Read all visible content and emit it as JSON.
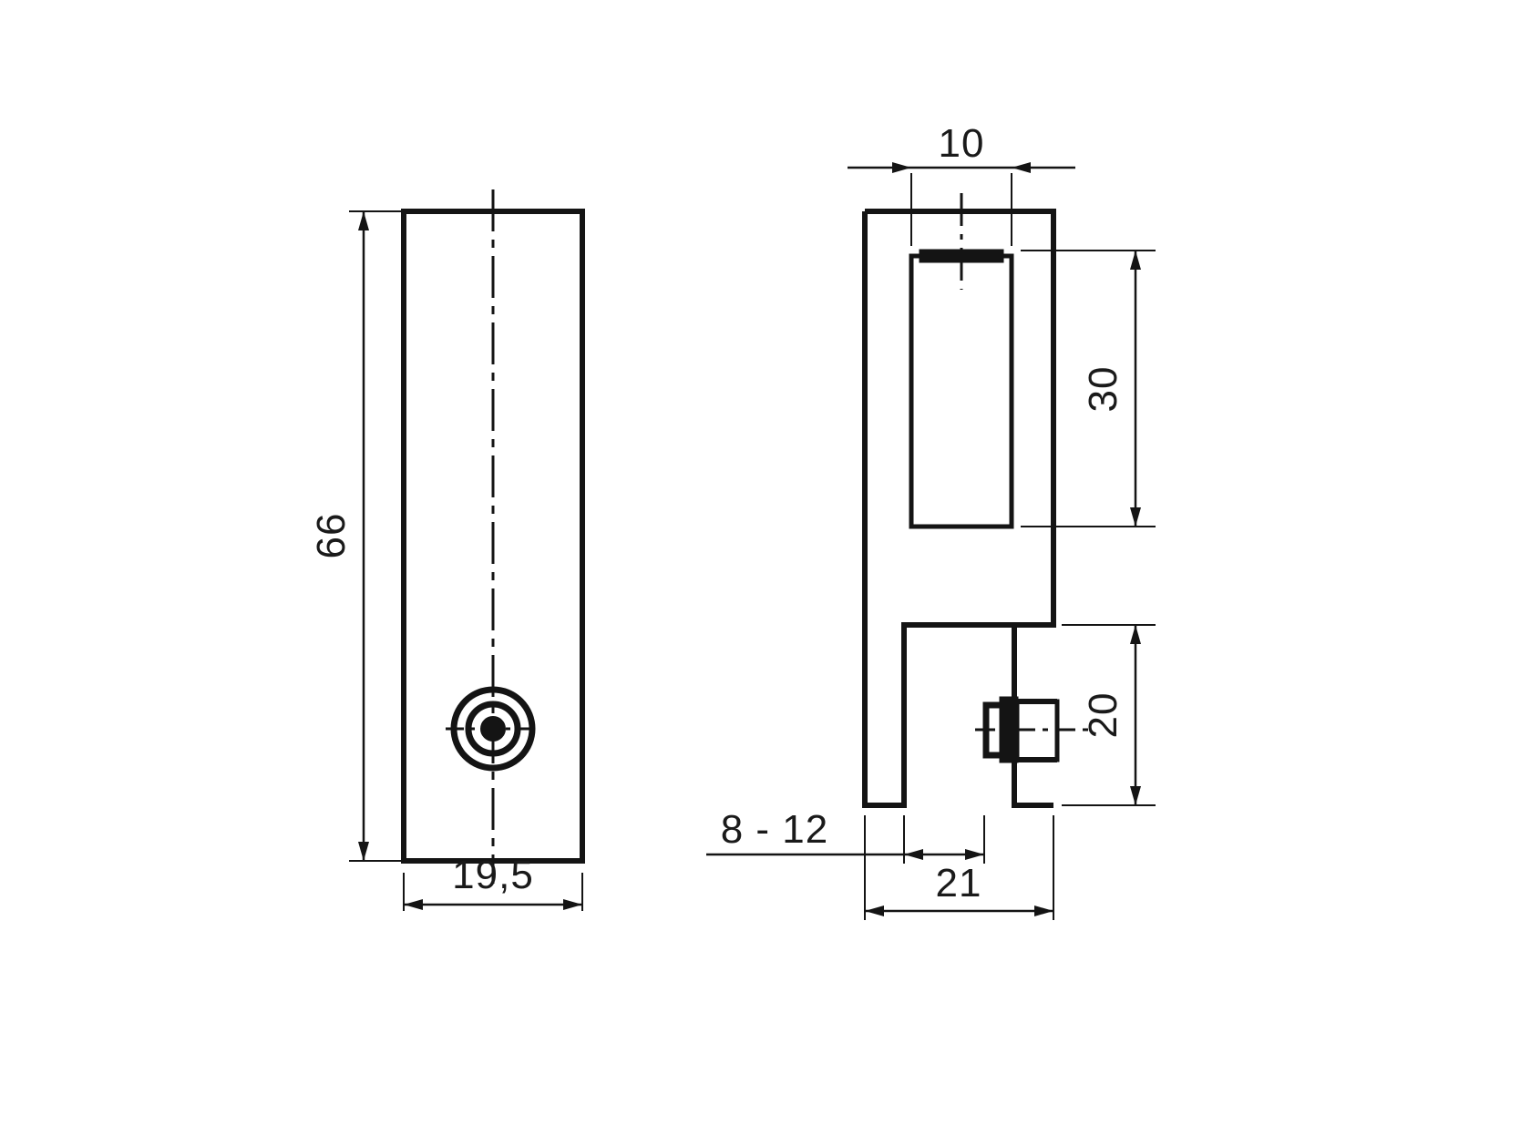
{
  "drawing": {
    "title": "Technical dimensional drawing - glass clamp bracket with roller",
    "type": "engineering-drawing",
    "units": "mm",
    "line_color": "#141414",
    "background_color": "#ffffff",
    "views": [
      {
        "name": "front-view",
        "description": "Rectangular plate with concentric circular hole near bottom and vertical centre line"
      },
      {
        "name": "side-view",
        "description": "Side profile showing upper slot, lower notch and roller assembly"
      }
    ],
    "dimensions": {
      "height_66": "66",
      "width_19_5": "19,5",
      "top_width_10": "10",
      "slot_height_30": "30",
      "lower_height_20": "20",
      "glass_thickness_8_12": "8 - 12",
      "depth_21": "21"
    }
  }
}
